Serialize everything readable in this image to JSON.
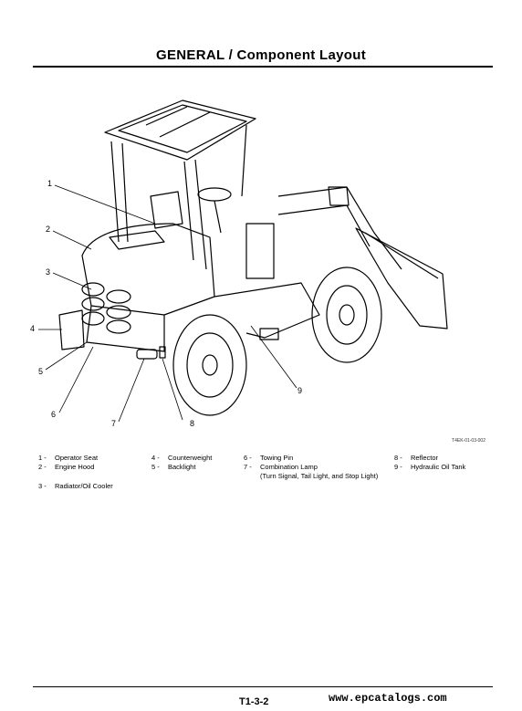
{
  "header": {
    "title": "GENERAL / Component Layout"
  },
  "figure": {
    "id": "T4EK-01-03-002",
    "callouts": [
      "1",
      "2",
      "3",
      "4",
      "5",
      "6",
      "7",
      "8",
      "9"
    ]
  },
  "legend": [
    {
      "num": "1 -",
      "label": "Operator Seat"
    },
    {
      "num": "2 -",
      "label": "Engine Hood"
    },
    {
      "num": "3 -",
      "label": "Radiator/Oil Cooler"
    },
    {
      "num": "4 -",
      "label": "Counterweight"
    },
    {
      "num": "5 -",
      "label": "Backlight"
    },
    {
      "num": "6 -",
      "label": "Towing Pin"
    },
    {
      "num": "7 -",
      "label": "Combination Lamp",
      "sub": "(Turn Signal, Tail Light, and Stop Light)"
    },
    {
      "num": "8 -",
      "label": "Reflector"
    },
    {
      "num": "9 -",
      "label": "Hydraulic Oil Tank"
    }
  ],
  "footer": {
    "page": "T1-3-2",
    "site": "www.epcatalogs.com"
  }
}
